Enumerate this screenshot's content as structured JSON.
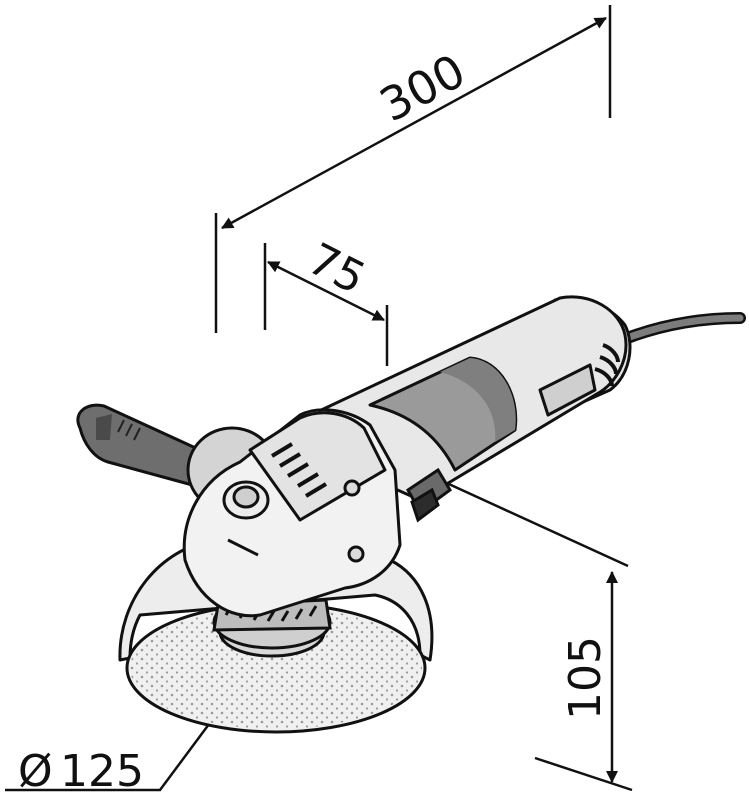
{
  "dimensions": {
    "length": "300",
    "head_length": "75",
    "height": "105",
    "disc_diameter": "125",
    "diameter_symbol": "Ø"
  },
  "colors": {
    "outline": "#111111",
    "body_light": "#e9e9e9",
    "body_mid": "#bdbdbd",
    "body_dark": "#8c8c8c",
    "handle_dark": "#555555",
    "disc_fill": "#efefef",
    "disc_dots": "#9a9a9a"
  }
}
